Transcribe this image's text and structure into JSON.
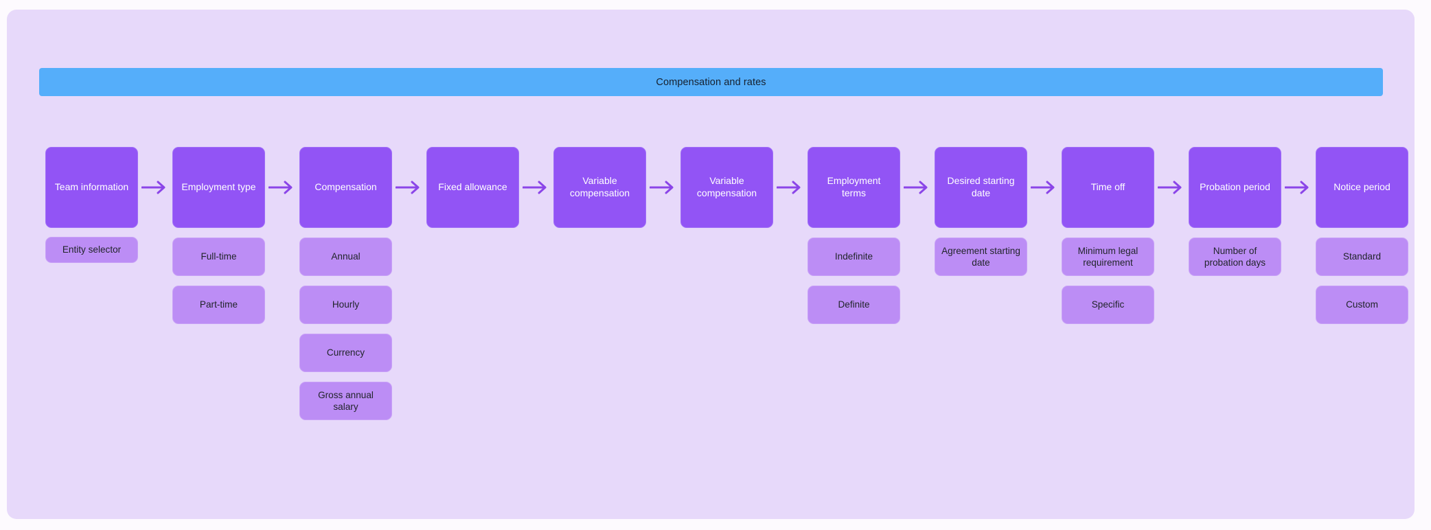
{
  "banner": {
    "title": "Compensation and rates",
    "color": "#55AEFA"
  },
  "theme": {
    "page_background": "#FDFAFE",
    "canvas_background": "#E7D9FA",
    "node_color": "#9254F5",
    "node_text_color": "#FFFFFF",
    "subnode_color": "#BC8DF5",
    "subnode_text_color": "#1F2328",
    "arrow_color": "#8B45E8"
  },
  "flow": {
    "arrow_icon": "arrow-right-icon",
    "columns": [
      {
        "id": "team-information",
        "label": "Team information",
        "options": [
          {
            "label": "Entity selector",
            "compact": true
          }
        ]
      },
      {
        "id": "employment-type",
        "label": "Employment type",
        "options": [
          {
            "label": "Full-time",
            "compact": false
          },
          {
            "label": "Part-time",
            "compact": false
          }
        ]
      },
      {
        "id": "compensation",
        "label": "Compensation",
        "options": [
          {
            "label": "Annual",
            "compact": false
          },
          {
            "label": "Hourly",
            "compact": false
          },
          {
            "label": "Currency",
            "compact": false
          },
          {
            "label": "Gross annual salary",
            "compact": false
          }
        ]
      },
      {
        "id": "fixed-allowance",
        "label": "Fixed allowance",
        "options": []
      },
      {
        "id": "variable-compensation-1",
        "label": "Variable compensation",
        "options": []
      },
      {
        "id": "variable-compensation-2",
        "label": "Variable compensation",
        "options": []
      },
      {
        "id": "employment-terms",
        "label": "Employment terms",
        "options": [
          {
            "label": "Indefinite",
            "compact": false
          },
          {
            "label": "Definite",
            "compact": false
          }
        ]
      },
      {
        "id": "desired-starting-date",
        "label": "Desired starting date",
        "options": [
          {
            "label": "Agreement starting date",
            "compact": false
          }
        ]
      },
      {
        "id": "time-off",
        "label": "Time off",
        "options": [
          {
            "label": "Minimum legal requirement",
            "compact": false
          },
          {
            "label": "Specific",
            "compact": false
          }
        ]
      },
      {
        "id": "probation-period",
        "label": "Probation period",
        "options": [
          {
            "label": "Number of probation days",
            "compact": false
          }
        ]
      },
      {
        "id": "notice-period",
        "label": "Notice period",
        "options": [
          {
            "label": "Standard",
            "compact": false
          },
          {
            "label": "Custom",
            "compact": false
          }
        ]
      }
    ]
  }
}
